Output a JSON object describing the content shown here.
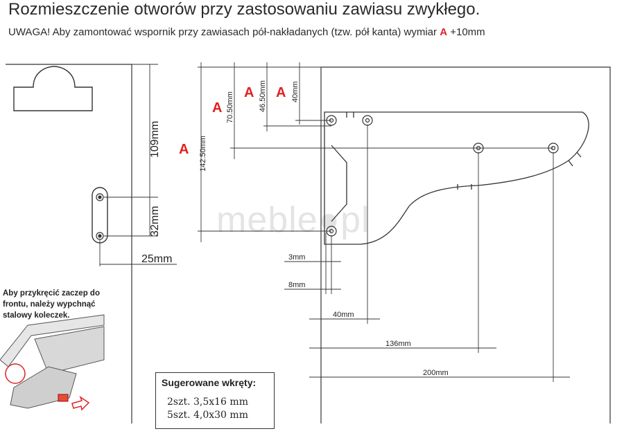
{
  "title": "Rozmieszczenie otworów przy zastosowaniu zawiasu zwykłego.",
  "subtitle": {
    "text": "UWAGA! Aby zamontować wspornik przy zawiasach pół-nakładanych (tzw. pół kanta) wymiar",
    "highlight": "A",
    "suffix": "+10mm"
  },
  "left_part": {
    "dim_vertical_1": "109mm",
    "dim_vertical_2": "32mm",
    "dim_horizontal": "25mm"
  },
  "note": "Aby przykręcić zaczep do frontu, należy wypchnąć stalowy koleczek.",
  "screws": {
    "heading": "Sugerowane wkręty:",
    "line1": "2szt. 3,5x16 mm",
    "line2": "5szt. 4,0x30 mm"
  },
  "bracket_dims": {
    "a_label": "A",
    "v1": "142.50mm",
    "v2": "70.50mm",
    "v3": "46.50mm",
    "v4": "40mm",
    "h1": "3mm",
    "h2": "8mm",
    "h3": "40mm",
    "h4": "136mm",
    "h5": "200mm"
  },
  "watermark": {
    "left": "meble",
    "right": "pl"
  },
  "colors": {
    "accent": "#e02020",
    "line": "#333333"
  }
}
